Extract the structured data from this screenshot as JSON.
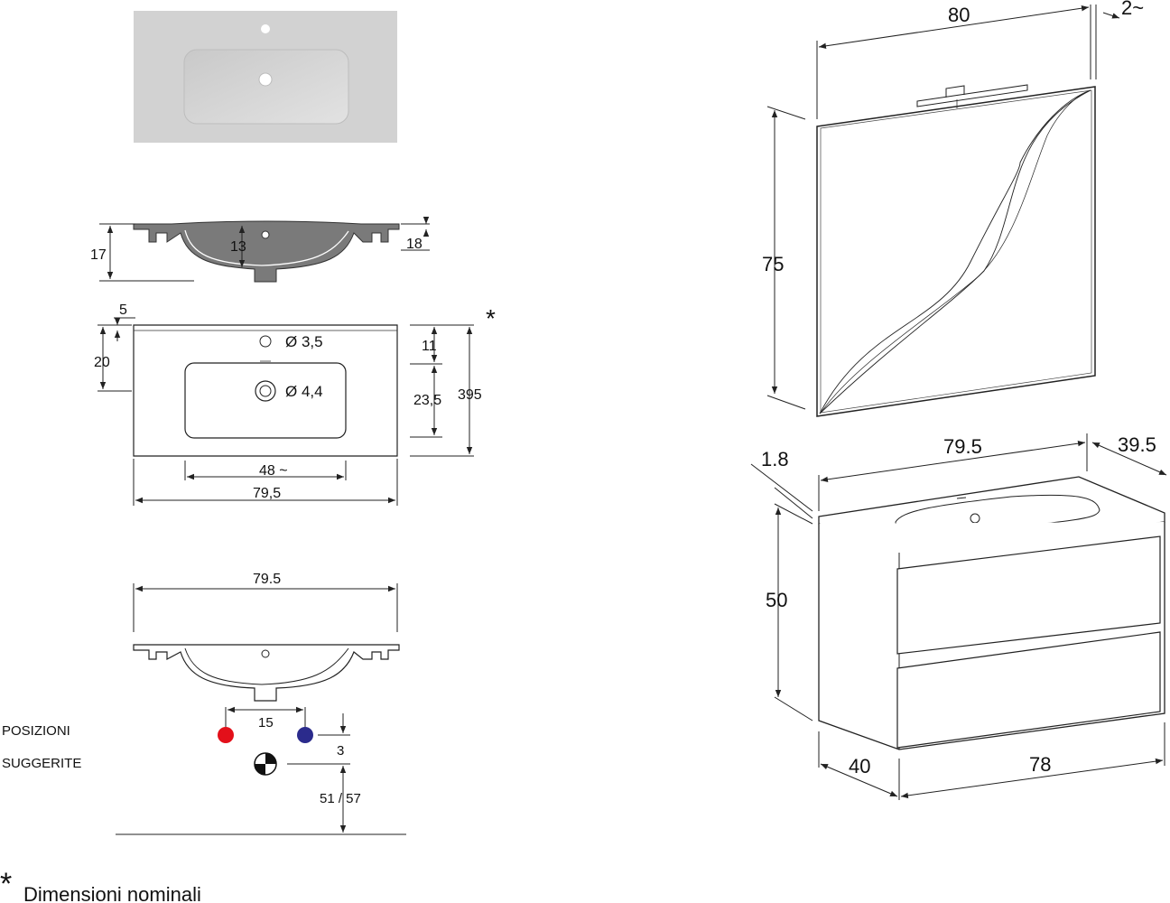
{
  "sink_views": {
    "section_top": {
      "height": "17",
      "depth": "13",
      "rim": "18"
    },
    "plan": {
      "offset_5": "5",
      "offset_20": "20",
      "tap_hole": "Ø 3,5",
      "drain_hole": "Ø 4,4",
      "d11": "11",
      "d23": "23,5",
      "d395": "395",
      "bowl_width": "48 ~",
      "total_width": "79,5",
      "nominal_mark": "*"
    },
    "front": {
      "total_width": "79.5",
      "tap_spacing": "15",
      "d3": "3",
      "d51_57": "51 / 57"
    }
  },
  "legend": {
    "line1": "POSIZIONI",
    "line2": "SUGGERITE",
    "hot_color": "#e3101a",
    "cold_color": "#2b2b8c"
  },
  "mirror": {
    "width": "80",
    "depth": "2~",
    "height": "75"
  },
  "cabinet": {
    "top_width": "79.5",
    "top_thickness": "1.8",
    "top_depth": "39.5",
    "height": "50",
    "depth": "40",
    "width": "78"
  },
  "footnote": {
    "star": "*",
    "text": "Dimensioni nominali"
  }
}
